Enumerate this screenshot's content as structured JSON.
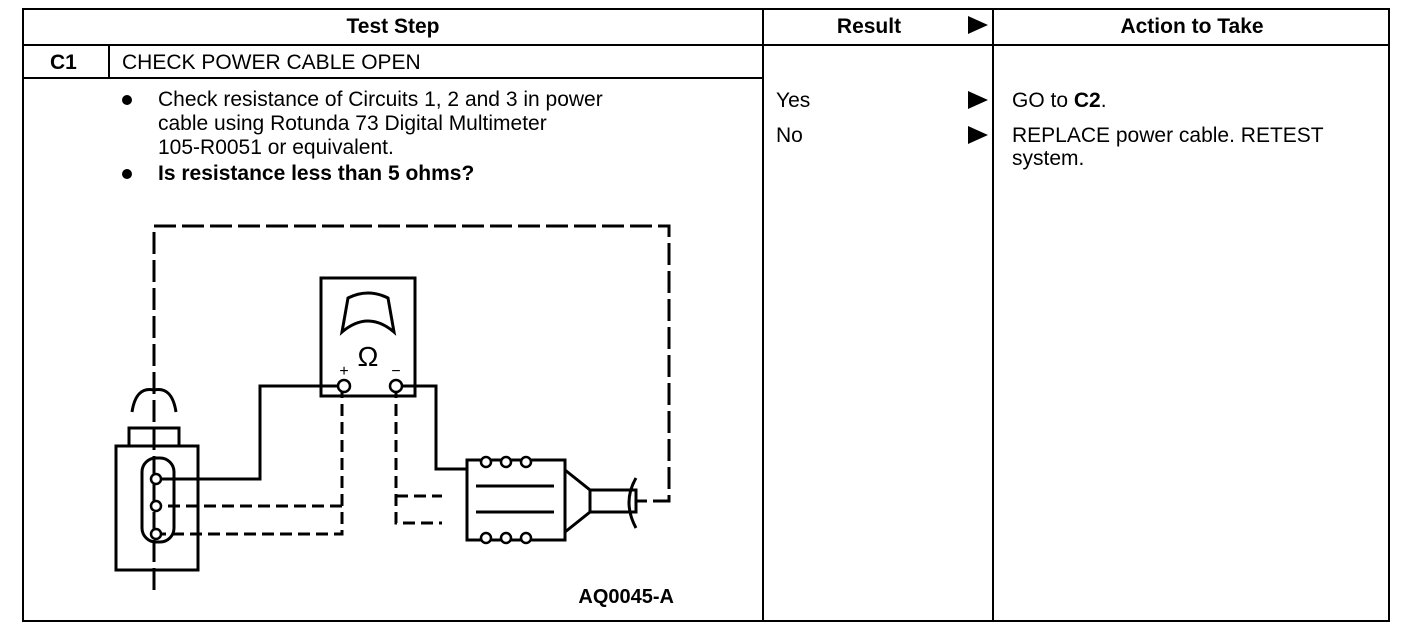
{
  "header": {
    "test_step": "Test Step",
    "result": "Result",
    "action": "Action to Take"
  },
  "step": {
    "id": "C1",
    "title": "CHECK POWER CABLE OPEN",
    "bullet1_line1": "Check resistance of Circuits 1, 2 and 3 in power",
    "bullet1_line2": "cable using Rotunda 73 Digital Multimeter",
    "bullet1_line3": "105-R0051 or equivalent.",
    "bullet2": "Is resistance less than 5 ohms?"
  },
  "results": [
    {
      "label": "Yes",
      "action_prefix": "GO to ",
      "action_bold": "C2",
      "action_suffix": "."
    },
    {
      "label": "No",
      "action_line1": "REPLACE power cable. RETEST",
      "action_line2": "system."
    }
  ],
  "figure": {
    "id": "AQ0045-A",
    "meter_symbol": "Ω",
    "plus": "+",
    "minus": "−"
  }
}
